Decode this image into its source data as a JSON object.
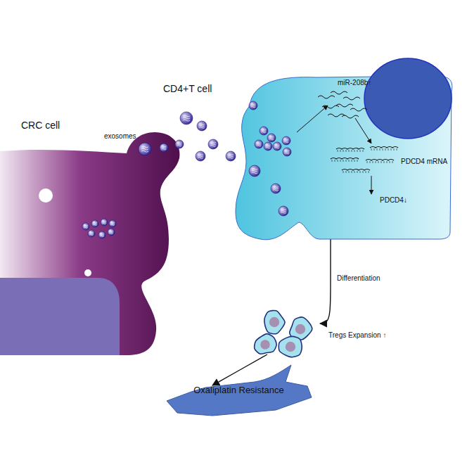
{
  "diagram": {
    "nodes": [
      {
        "text": [
          "CRC cell"
        ]
      },
      {
        "text": [
          "CD4+T cell"
        ]
      },
      {
        "text": [
          "Tregs Expansion ↑"
        ]
      },
      {
        "text": [
          "Oxaliplatin Resistance"
        ]
      }
    ],
    "edges": [
      {
        "from": 1,
        "to": 2,
        "label": "Differentiation",
        "arrow": "to"
      },
      {
        "from": 2,
        "to": 3,
        "arrow": "to"
      }
    ],
    "labels": [
      "exosomes",
      "miR-208b↑",
      "PDCD4 mRNA",
      "PDCD4↓"
    ]
  }
}
